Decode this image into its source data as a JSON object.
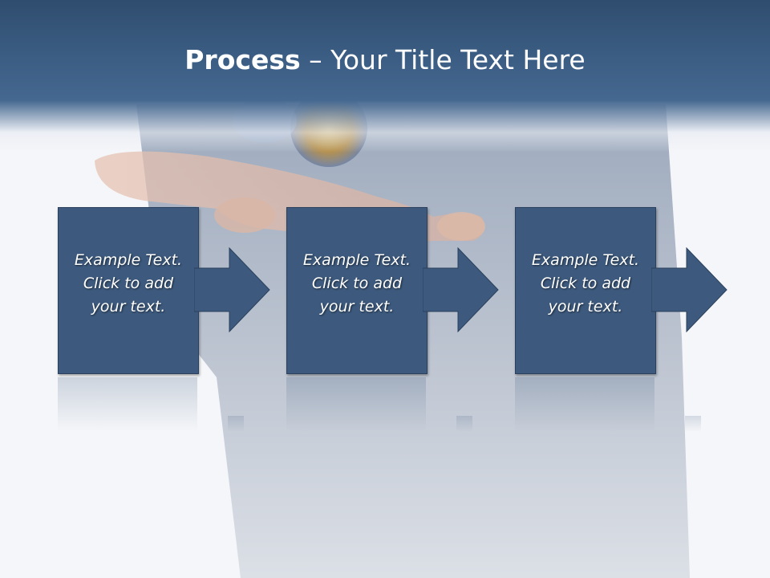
{
  "title": {
    "bold": "Process",
    "rest": " – Your Title Text Here"
  },
  "steps": [
    {
      "text": "Example Text.\nClick  to add\nyour text."
    },
    {
      "text": "Example Text.\nClick  to add\nyour text."
    },
    {
      "text": "Example Text.\nClick  to add\nyour text."
    }
  ],
  "colors": {
    "header": "#3d5f86",
    "box": "#3d5a7e",
    "text": "#ffffff"
  },
  "icons": [
    "right-arrow-icon"
  ]
}
